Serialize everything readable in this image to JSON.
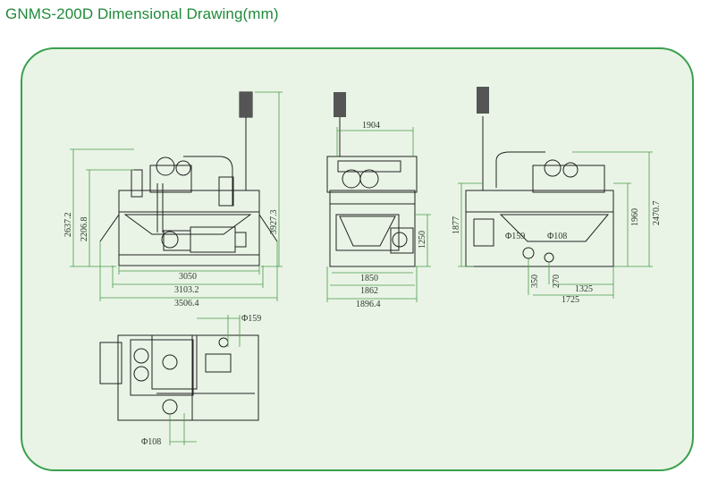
{
  "title": "GNMS-200D Dimensional Drawing(mm)",
  "colors": {
    "title": "#1f8a3a",
    "panel_border": "#3aa04d",
    "panel_bg": "#e9f4e6",
    "dim_line": "#4a9a4a",
    "drawing": "#222222"
  },
  "front_view": {
    "height_total": "3927.3",
    "height_a": "2637.2",
    "height_b": "2206.8",
    "length_a": "3050",
    "length_b": "3103.2",
    "length_c": "3506.4"
  },
  "side_view": {
    "top_width": "1904",
    "height": "1250",
    "width_a": "1850",
    "width_b": "1862",
    "width_c": "1896.4"
  },
  "rear_view": {
    "height_left": "1877",
    "height_right_a": "1960",
    "height_right_b": "2470.7",
    "dia_outlet": "Φ159",
    "dia_inlet": "Φ108",
    "offset_a": "350",
    "offset_b": "270",
    "span_a": "1325",
    "span_b": "1725"
  },
  "top_view": {
    "dia_top": "Φ159",
    "dia_bottom": "Φ108"
  }
}
